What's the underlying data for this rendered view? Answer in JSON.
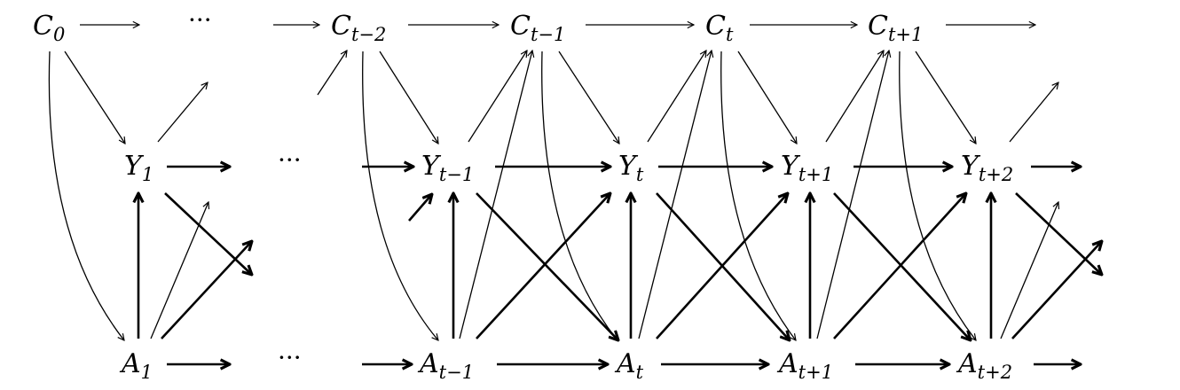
{
  "nodes": {
    "c0": {
      "base": "C",
      "sub": "0"
    },
    "ctm2": {
      "base": "C",
      "sub": "t−2"
    },
    "ctm1": {
      "base": "C",
      "sub": "t−1"
    },
    "ct": {
      "base": "C",
      "sub": "t"
    },
    "ctp1": {
      "base": "C",
      "sub": "t+1"
    },
    "y1": {
      "base": "Y",
      "sub": "1"
    },
    "ytm1": {
      "base": "Y",
      "sub": "t−1"
    },
    "yt": {
      "base": "Y",
      "sub": "t"
    },
    "ytp1": {
      "base": "Y",
      "sub": "t+1"
    },
    "ytp2": {
      "base": "Y",
      "sub": "t+2"
    },
    "a1": {
      "base": "A",
      "sub": "1"
    },
    "atm1": {
      "base": "A",
      "sub": "t−1"
    },
    "at": {
      "base": "A",
      "sub": "t"
    },
    "atp1": {
      "base": "A",
      "sub": "t+1"
    },
    "atp2": {
      "base": "A",
      "sub": "t+2"
    }
  },
  "ellipsis": {
    "top": "···",
    "mid": "···",
    "bottom": "···"
  },
  "colors": {
    "ink": "#000000",
    "background": "#ffffff"
  }
}
